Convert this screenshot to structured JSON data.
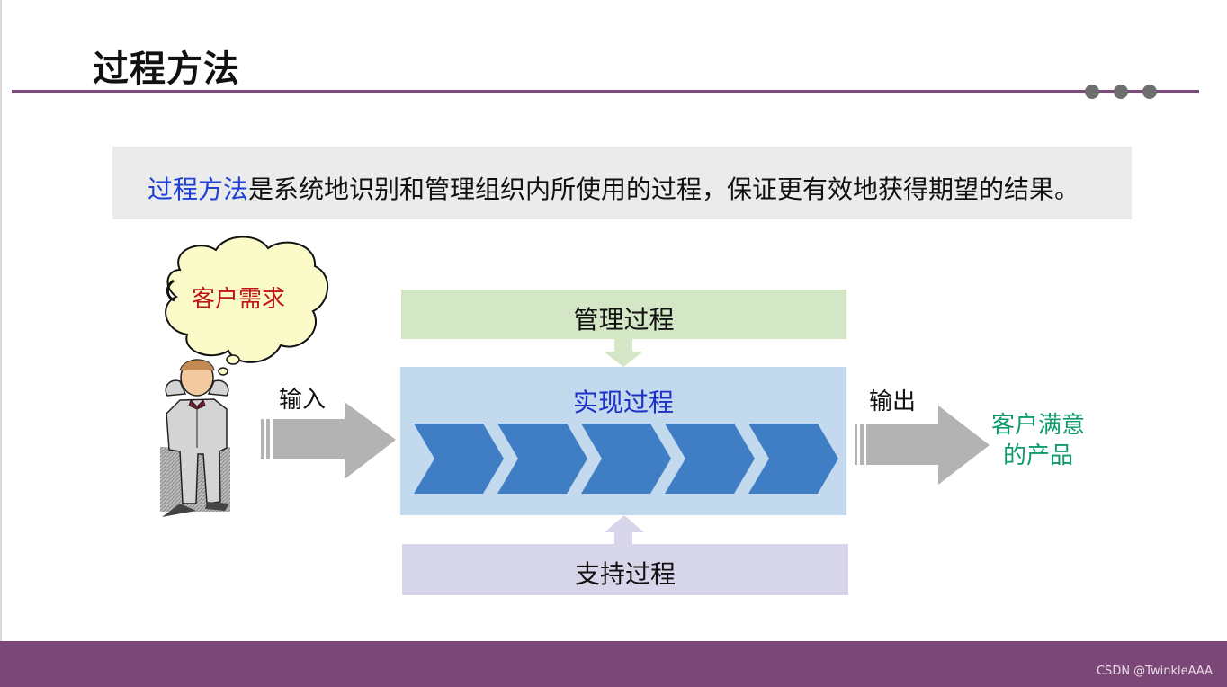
{
  "slide": {
    "title": "过程方法",
    "definition": {
      "highlight": "过程方法",
      "rest": "是系统地识别和管理组织内所使用的过程，保证更有效地获得期望的结果。"
    }
  },
  "diagram": {
    "customer_need": "客户需求",
    "input_label": "输入",
    "management_process": "管理过程",
    "realization_process": "实现过程",
    "support_process": "支持过程",
    "output_label": "输出",
    "result_line1": "客户满意",
    "result_line2": "的产品",
    "chevron_count": 5
  },
  "footer": {
    "watermark": "CSDN @TwinkleAAA"
  },
  "colors": {
    "accent": "#7a4776",
    "management_fill": "#d3e6c5",
    "realization_fill": "#c3d9ee",
    "support_fill": "#d6d5ea",
    "chevron_fill": "#3f7ec4",
    "arrow_gray": "#b3b3b3",
    "cloud_fill": "#fbfbc9",
    "customer_text": "#c0141b",
    "result_text": "#0f9b6a",
    "highlight_text": "#1d3fd6"
  },
  "icons": [
    "thought-cloud-icon",
    "confused-person-icon",
    "input-arrow-icon",
    "output-arrow-icon",
    "down-arrow-icon",
    "up-arrow-icon"
  ]
}
